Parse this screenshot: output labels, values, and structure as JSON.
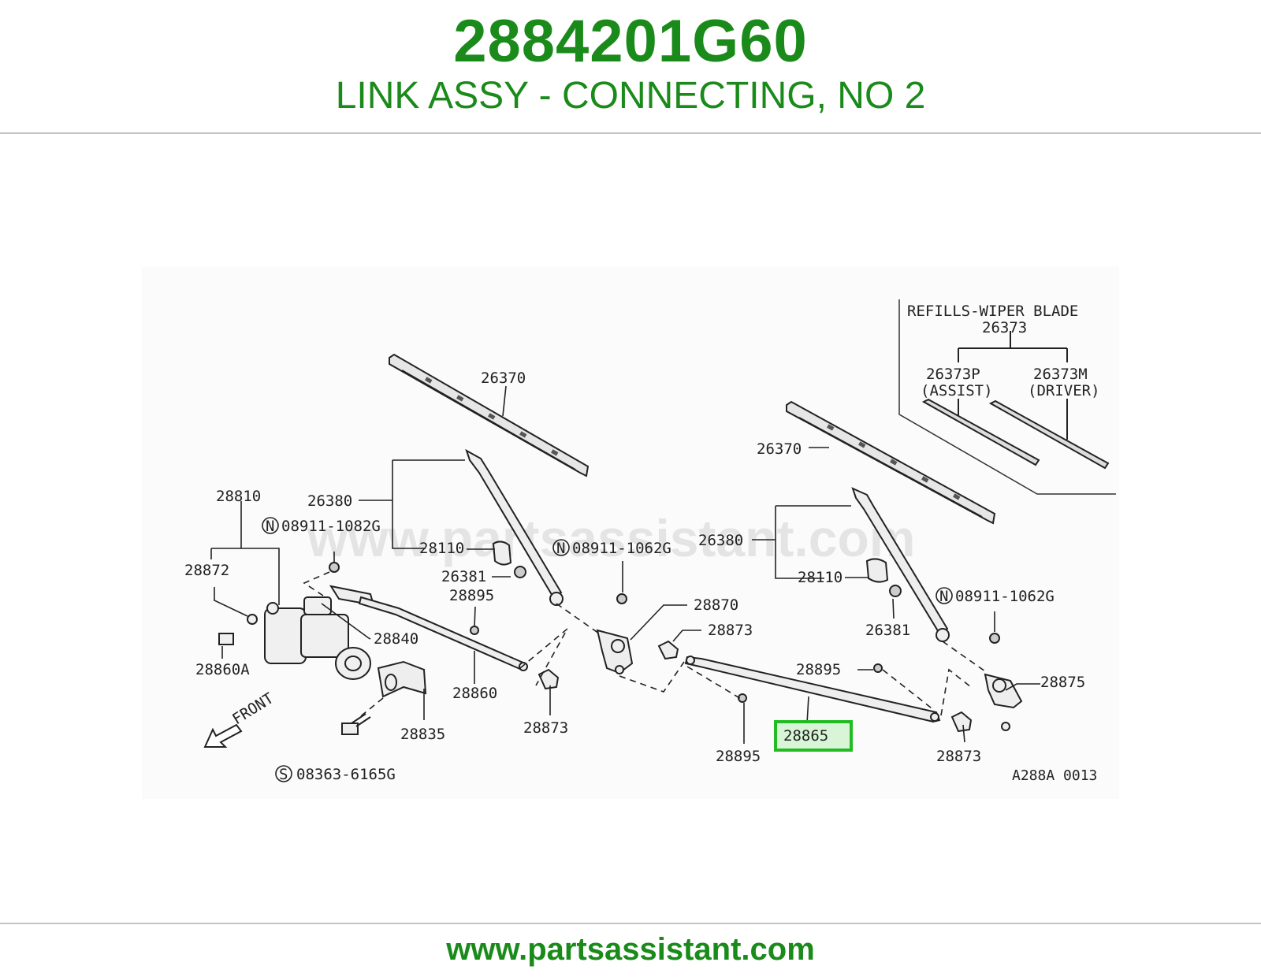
{
  "header": {
    "part_number": "2884201G60",
    "part_description": "LINK ASSY - CONNECTING, NO 2"
  },
  "diagram": {
    "watermark": "www.partsassistant.com",
    "reference_code": "A288A 0013",
    "front_label": "FRONT",
    "highlight_color": "#22bb22",
    "refills": {
      "title": "REFILLS-WIPER BLADE",
      "part": "26373",
      "assist_part": "26373P",
      "assist_label": "(ASSIST)",
      "driver_part": "26373M",
      "driver_label": "(DRIVER)"
    },
    "labels": {
      "blade_left": "26370",
      "blade_right": "26370",
      "arm_left": "26380",
      "arm_right": "26380",
      "arm_shaft_left": "28110",
      "arm_shaft_right": "28110",
      "cap_left": "26381",
      "cap_right": "26381",
      "nut_left": "08911-1082G",
      "nut_mid": "08911-1062G",
      "nut_right": "08911-1062G",
      "motor": "28810",
      "motor_washer": "28872",
      "motor_bolt": "28860A",
      "motor_link": "28840",
      "link_1": "28860",
      "link_2": "28865",
      "bracket": "28835",
      "screw": "08363-6165G",
      "pivot_left": "28870",
      "pivot_right": "28875",
      "bush_mid": "28895",
      "bush_right_top": "28895",
      "bush_right_bottom": "28895",
      "clip_mid": "28873",
      "clip_top": "28873",
      "clip_right": "28873"
    }
  },
  "footer": {
    "url": "www.partsassistant.com"
  }
}
